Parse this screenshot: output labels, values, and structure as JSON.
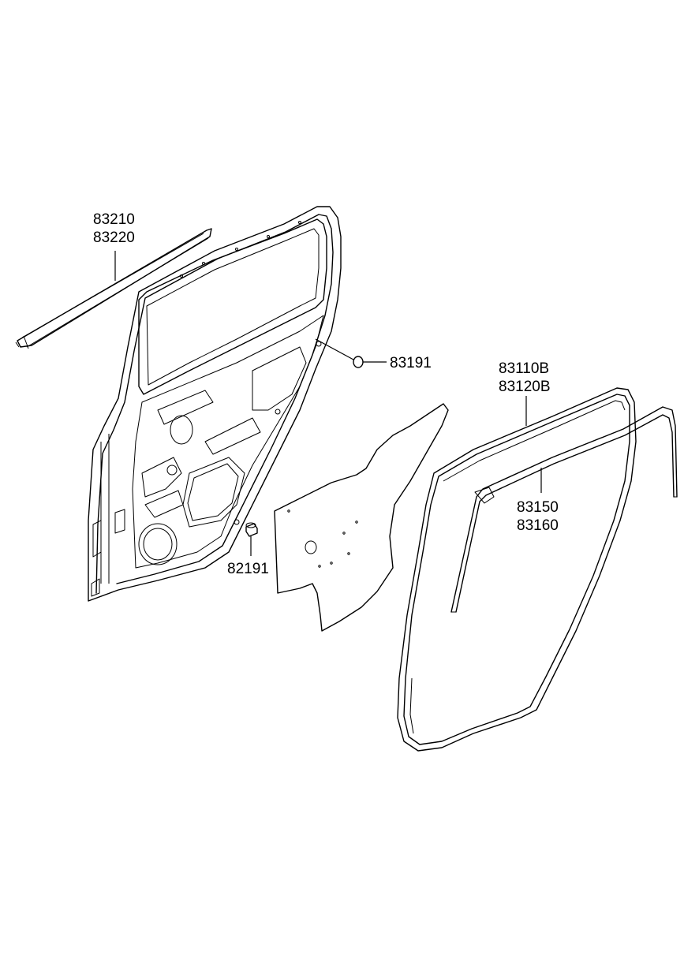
{
  "diagram": {
    "labels": {
      "label_83210": "83210",
      "label_83220": "83220",
      "label_83191": "83191",
      "label_82191": "82191",
      "label_83110b": "83110B",
      "label_83120b": "83120B",
      "label_83150": "83150",
      "label_83160": "83160"
    },
    "colors": {
      "line": "#000000",
      "background": "#ffffff"
    }
  }
}
